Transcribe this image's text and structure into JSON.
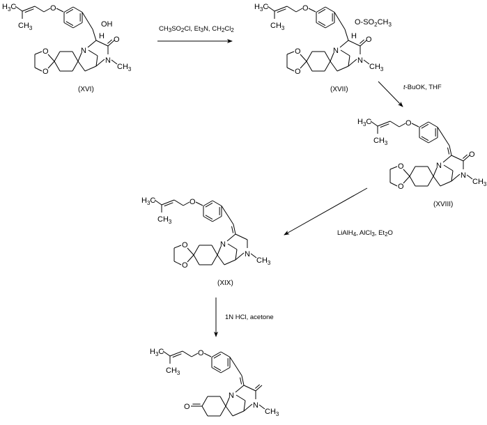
{
  "scheme": {
    "compounds": [
      {
        "id": "XVI",
        "label": "(XVI)",
        "substituent": "OH",
        "prenyl": {
          "me_top": "H3C",
          "me_bottom": "CH3"
        },
        "o_ether": "O",
        "n_methyl": "CH3",
        "stereo_h": "H",
        "carbonyl_o": "O",
        "ketal_o": [
          "O",
          "O"
        ],
        "n_atoms": [
          "N",
          "N"
        ]
      },
      {
        "id": "XVII",
        "label": "(XVII)",
        "substituent": "O-SO2CH3",
        "prenyl": {
          "me_top": "H3C",
          "me_bottom": "CH3"
        },
        "o_ether": "O",
        "n_methyl": "CH3",
        "stereo_h": "H",
        "carbonyl_o": "O",
        "ketal_o": [
          "O",
          "O"
        ],
        "n_atoms": [
          "N",
          "N"
        ]
      },
      {
        "id": "XVIII",
        "label": "(XVIII)",
        "prenyl": {
          "me_top": "H3C",
          "me_bottom": "CH3"
        },
        "o_ether": "O",
        "n_methyl": "CH3",
        "carbonyl_o": "O",
        "ketal_o": [
          "O",
          "O"
        ],
        "n_atoms": [
          "N",
          "N"
        ]
      },
      {
        "id": "XIX",
        "label": "(XIX)",
        "prenyl": {
          "me_top": "H3C",
          "me_bottom": "CH3"
        },
        "o_ether": "O",
        "n_methyl": "CH3",
        "ketal_o": [
          "O",
          "O"
        ],
        "n_atoms": [
          "N",
          "N"
        ]
      },
      {
        "id": "product",
        "label": "",
        "prenyl": {
          "me_top": "H3C",
          "me_bottom": "CH3"
        },
        "o_ether": "O",
        "n_methyl": "CH3",
        "ketone_o": "O",
        "n_atoms": [
          "N",
          "N"
        ]
      }
    ],
    "steps": [
      {
        "from": "XVI",
        "to": "XVII",
        "reagents": "CH3SO2Cl, Et3N, CH2Cl2"
      },
      {
        "from": "XVII",
        "to": "XVIII",
        "reagents": "t-BuOK, THF"
      },
      {
        "from": "XVIII",
        "to": "XIX",
        "reagents": "LiAlH4, AlCl3, Et2O"
      },
      {
        "from": "XIX",
        "to": "product",
        "reagents": "1N HCl, acetone"
      }
    ]
  }
}
